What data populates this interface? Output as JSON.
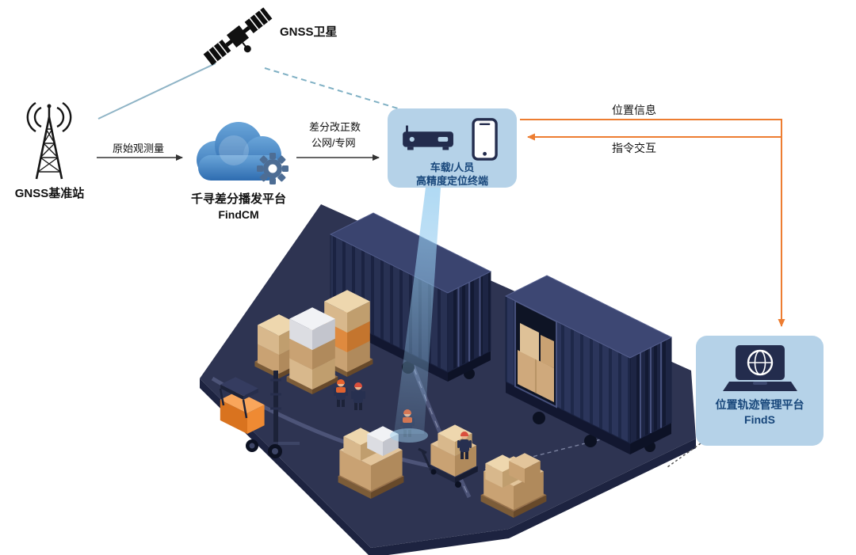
{
  "diagram": {
    "satellite": {
      "label": "GNSS卫星"
    },
    "base_station": {
      "label": "GNSS基准站"
    },
    "raw_observation_link": {
      "label": "原始观测量"
    },
    "cloud_platform": {
      "name": "千寻差分播发平台",
      "product": "FindCM"
    },
    "correction_link": {
      "label_line1": "差分改正数",
      "label_line2": "公网/专网"
    },
    "terminal_panel": {
      "label_line1": "车载/人员",
      "label_line2": "高精度定位终端"
    },
    "position_info_link": {
      "label": "位置信息"
    },
    "command_link": {
      "label": "指令交互"
    },
    "management_platform": {
      "name": "位置轨迹管理平台",
      "product": "FindS"
    }
  },
  "icons": {
    "satellite": "satellite-icon",
    "base_station": "radio-tower-icon",
    "cloud": "cloud-gear-icon",
    "terminal": "receiver-and-smartphone-icons",
    "platform": "laptop-globe-icon",
    "scene": "isometric-warehouse-illustration"
  },
  "colors": {
    "panel_blue": "#b5d2e8",
    "panel_text": "#17467a",
    "arrow_orange": "#ed7d31",
    "link_teal": "#7fb0c4",
    "cloud_blue": "#2e6cb0",
    "container_navy": "#232c4d",
    "crate_tan": "#c9a273",
    "forklift_orange": "#ef8a33",
    "floor_navy": "#2e3452"
  }
}
